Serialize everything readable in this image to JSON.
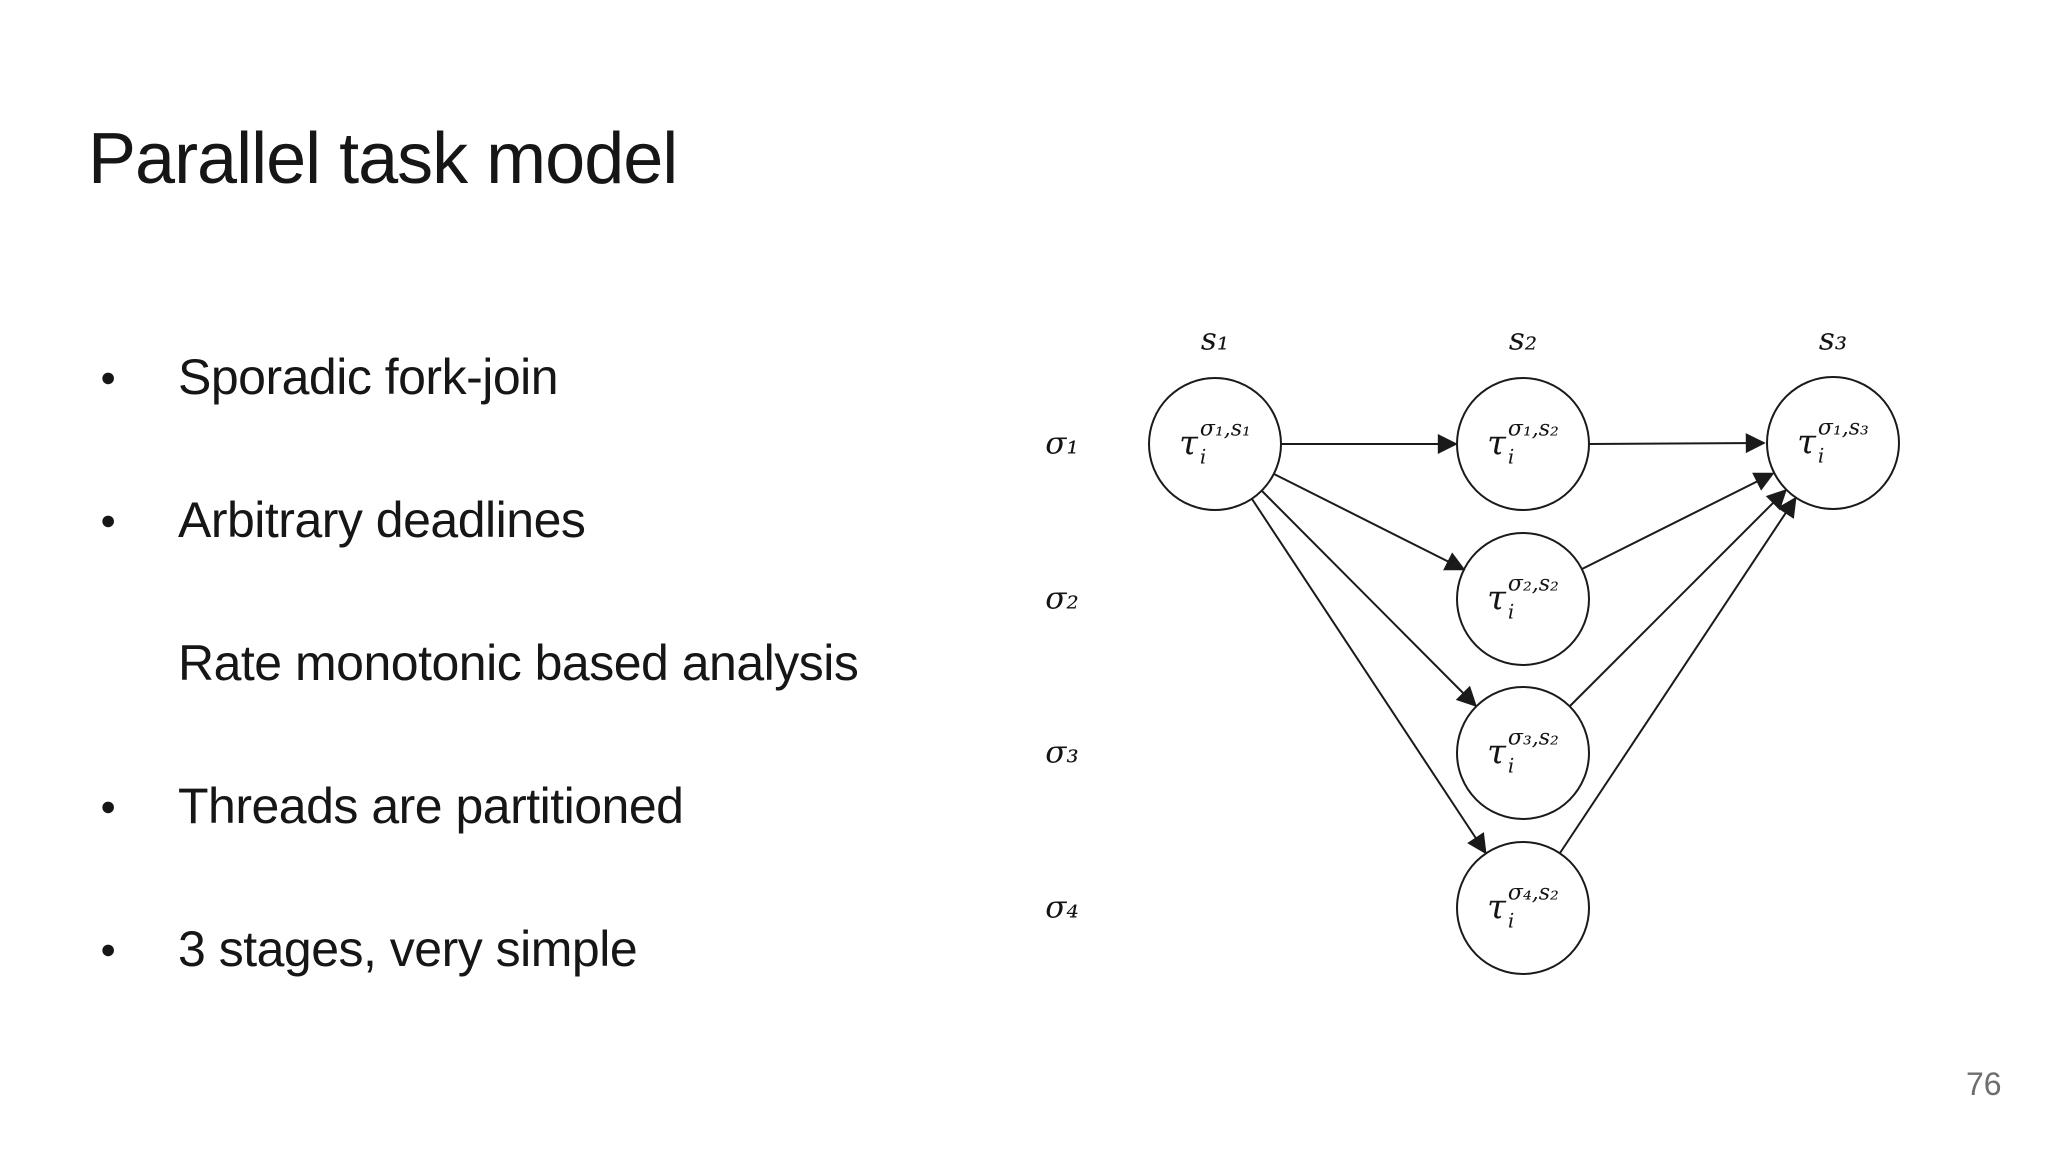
{
  "slide": {
    "title": "Parallel task model",
    "bullet_glyph": "●",
    "bullets": [
      "Sporadic fork-join",
      "Arbitrary deadlines",
      "Rate monotonic based analysis",
      "Threads are partitioned",
      "3 stages, very simple"
    ],
    "page_number": "76",
    "colors": {
      "background": "#ffffff",
      "text": "#161616",
      "page_number": "#6e6e6e",
      "diagram_stroke": "#1a1a1a"
    }
  },
  "diagram": {
    "stage_labels": [
      "s₁",
      "s₂",
      "s₃"
    ],
    "row_labels": [
      "σ₁",
      "σ₂",
      "σ₃",
      "σ₄"
    ],
    "nodes": [
      {
        "base": "τ",
        "sub": "i",
        "sup": "σ₁,s₁",
        "stage": "s₁",
        "row": "σ₁"
      },
      {
        "base": "τ",
        "sub": "i",
        "sup": "σ₁,s₂",
        "stage": "s₂",
        "row": "σ₁"
      },
      {
        "base": "τ",
        "sub": "i",
        "sup": "σ₁,s₃",
        "stage": "s₃",
        "row": "σ₁"
      },
      {
        "base": "τ",
        "sub": "i",
        "sup": "σ₂,s₂",
        "stage": "s₂",
        "row": "σ₂"
      },
      {
        "base": "τ",
        "sub": "i",
        "sup": "σ₃,s₂",
        "stage": "s₂",
        "row": "σ₃"
      },
      {
        "base": "τ",
        "sub": "i",
        "sup": "σ₄,s₂",
        "stage": "s₂",
        "row": "σ₄"
      }
    ],
    "edges": [
      {
        "from": "σ₁,s₁",
        "to": "σ₁,s₂"
      },
      {
        "from": "σ₁,s₂",
        "to": "σ₁,s₃"
      },
      {
        "from": "σ₁,s₁",
        "to": "σ₂,s₂"
      },
      {
        "from": "σ₁,s₁",
        "to": "σ₃,s₂"
      },
      {
        "from": "σ₁,s₁",
        "to": "σ₄,s₂"
      },
      {
        "from": "σ₂,s₂",
        "to": "σ₁,s₃"
      },
      {
        "from": "σ₃,s₂",
        "to": "σ₁,s₃"
      },
      {
        "from": "σ₄,s₂",
        "to": "σ₁,s₃"
      }
    ]
  }
}
